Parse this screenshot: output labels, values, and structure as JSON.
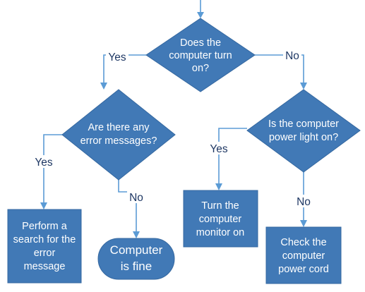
{
  "nodes": {
    "q_turn_on": [
      "Does the",
      "computer turn",
      "on?"
    ],
    "q_errors": [
      "Are there any",
      "error messages?"
    ],
    "q_power": [
      "Is the computer",
      "power light on?"
    ],
    "a_search": [
      "Perform a",
      "search for the",
      "error",
      "message"
    ],
    "a_fine": [
      "Computer",
      "is fine"
    ],
    "a_monitor": [
      "Turn the",
      "computer",
      "monitor on"
    ],
    "a_cord": [
      "Check the",
      "computer",
      "power cord"
    ]
  },
  "edges": {
    "turn_on_yes": "Yes",
    "turn_on_no": "No",
    "errors_yes": "Yes",
    "errors_no": "No",
    "power_yes": "Yes",
    "power_no": "No"
  },
  "colors": {
    "shape_fill": "#4179b6",
    "connector": "#5b9bd5",
    "label_text": "#1f3864"
  }
}
